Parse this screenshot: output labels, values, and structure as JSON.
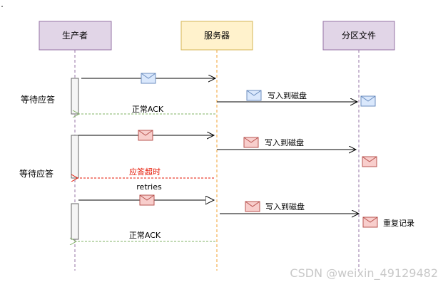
{
  "participants": {
    "producer": "生产者",
    "server": "服务器",
    "partition": "分区文件"
  },
  "side_labels": {
    "wait1": "等待应答",
    "wait2": "等待应答"
  },
  "messages": {
    "write1": "写入到磁盘",
    "write2": "写入到磁盘",
    "write3": "写入到磁盘",
    "ack1": "正常ACK",
    "timeout": "应答超时",
    "retries": "retries",
    "ack2": "正常ACK",
    "duplicate": "重复记录"
  },
  "watermark": "CSDN @weixin_49129482",
  "colors": {
    "producer_fill": "#e1d5e7",
    "producer_stroke": "#9673a6",
    "server_fill": "#fff2cc",
    "server_stroke": "#d6b656",
    "lifeline_purple": "#9673a6",
    "lifeline_orange": "#f0a030",
    "ack_green": "#82b366",
    "timeout_red": "#e51400",
    "env_blue_fill": "#dae8fc",
    "env_blue_stroke": "#6c8ebf",
    "env_red_fill": "#f8cecc",
    "env_red_stroke": "#b85450"
  },
  "icons": {
    "message": "envelope-icon"
  }
}
